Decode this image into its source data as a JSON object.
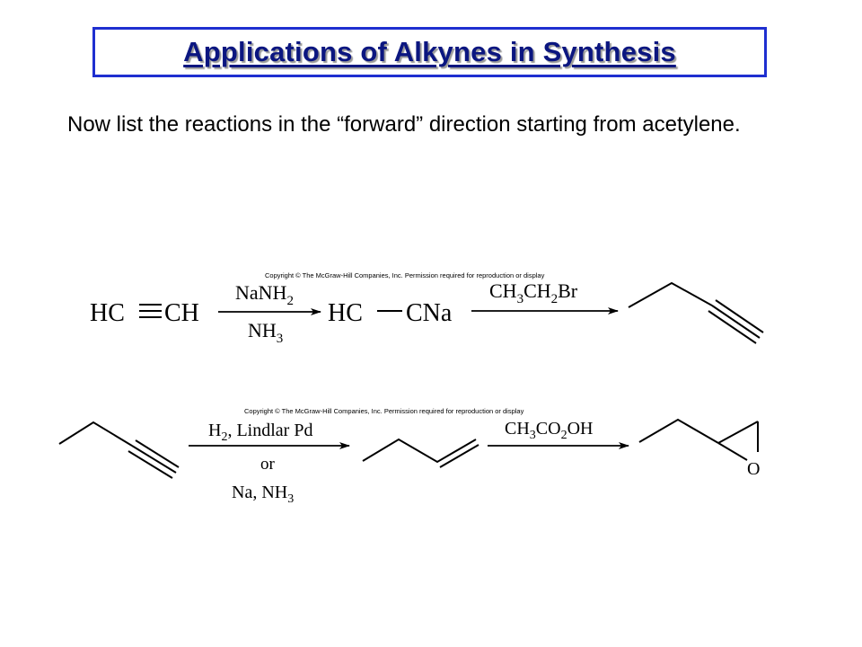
{
  "slide": {
    "title": "Applications of Alkynes in Synthesis",
    "body": "Now list the reactions in the “forward” direction starting from acetylene."
  },
  "scheme1": {
    "copyright": "Copyright © The McGraw-Hill Companies, Inc. Permission required for reproduction or display",
    "start": "HC",
    "start_end": "CH",
    "reagent_top": "NaNH",
    "reagent_top_sub": "2",
    "reagent_bottom": "NH",
    "reagent_bottom_sub": "3",
    "intermediate_left": "HC",
    "intermediate_right": "CNa",
    "reagent2_parts": [
      "CH",
      "3",
      "CH",
      "2",
      "Br"
    ]
  },
  "scheme2": {
    "copyright": "Copyright © The McGraw-Hill Companies, Inc. Permission required for reproduction or display",
    "reagent_top_a": "H",
    "reagent_top_sub": "2",
    "reagent_top_b": ", Lindlar Pd",
    "reagent_or": "or",
    "reagent_bottom_a": "Na, NH",
    "reagent_bottom_sub": "3",
    "reagent2_parts": [
      "CH",
      "3",
      "CO",
      "2",
      "OH"
    ],
    "epoxide_oxygen": "O"
  }
}
